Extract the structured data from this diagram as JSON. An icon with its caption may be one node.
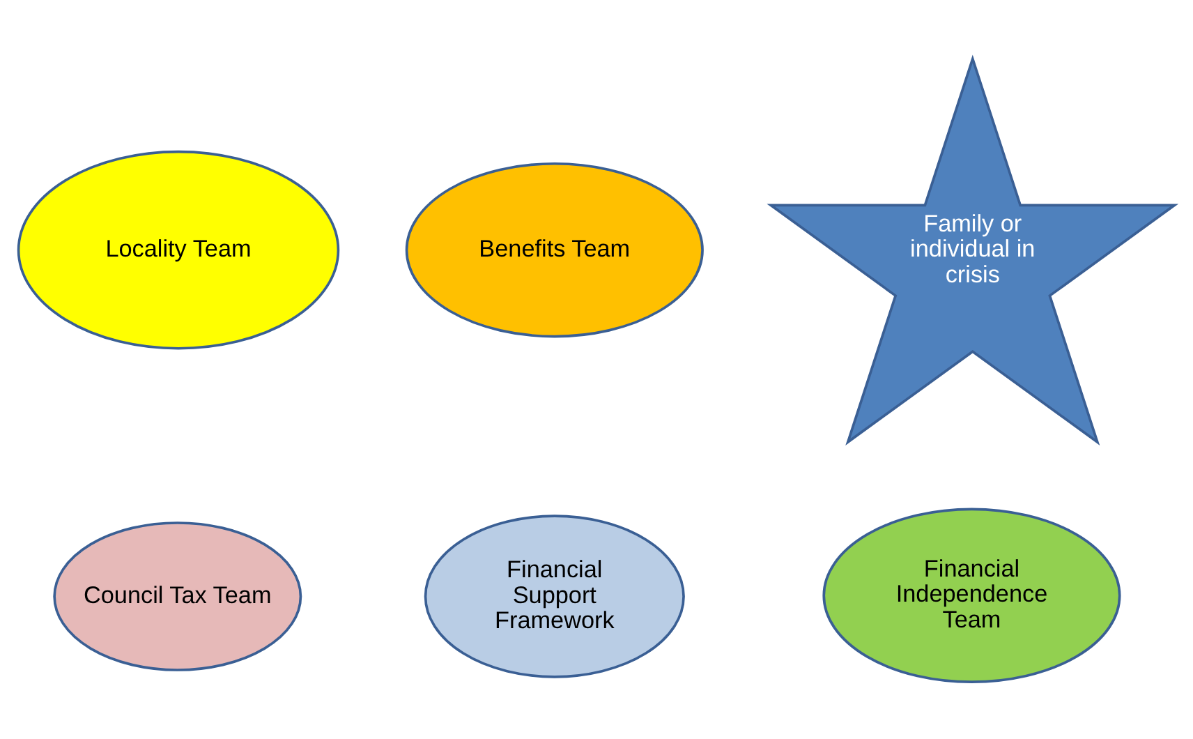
{
  "diagram": {
    "nodes": [
      {
        "text": [
          "Locality Team"
        ]
      },
      {
        "text": [
          "Benefits Team"
        ]
      },
      {
        "text": [
          "Family or individual in crisis"
        ]
      },
      {
        "text": [
          "Council Tax Team"
        ]
      },
      {
        "text": [
          "Financial Support Framework"
        ]
      },
      {
        "text": [
          "Financial Independence Team"
        ]
      }
    ]
  }
}
